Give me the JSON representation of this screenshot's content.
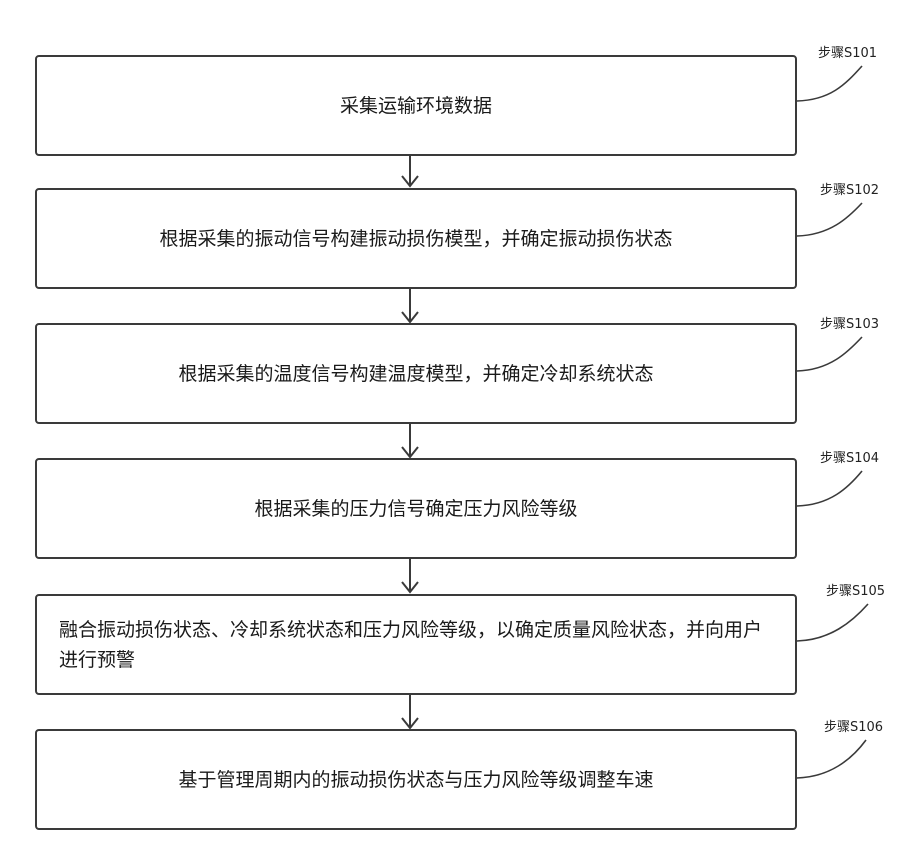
{
  "steps": [
    {
      "label": "步骤S101",
      "text": "采集运输环境数据"
    },
    {
      "label": "步骤S102",
      "text": "根据采集的振动信号构建振动损伤模型，并确定振动损伤状态"
    },
    {
      "label": "步骤S103",
      "text": "根据采集的温度信号构建温度模型，并确定冷却系统状态"
    },
    {
      "label": "步骤S104",
      "text": "根据采集的压力信号确定压力风险等级"
    },
    {
      "label": "步骤S105",
      "text": "融合振动损伤状态、冷却系统状态和压力风险等级，以确定质量风险状态，并向用户进行预警"
    },
    {
      "label": "步骤S106",
      "text": "基于管理周期内的振动损伤状态与压力风险等级调整车速"
    }
  ],
  "colors": {
    "line": "#3a3a3a",
    "background": "#ffffff"
  }
}
